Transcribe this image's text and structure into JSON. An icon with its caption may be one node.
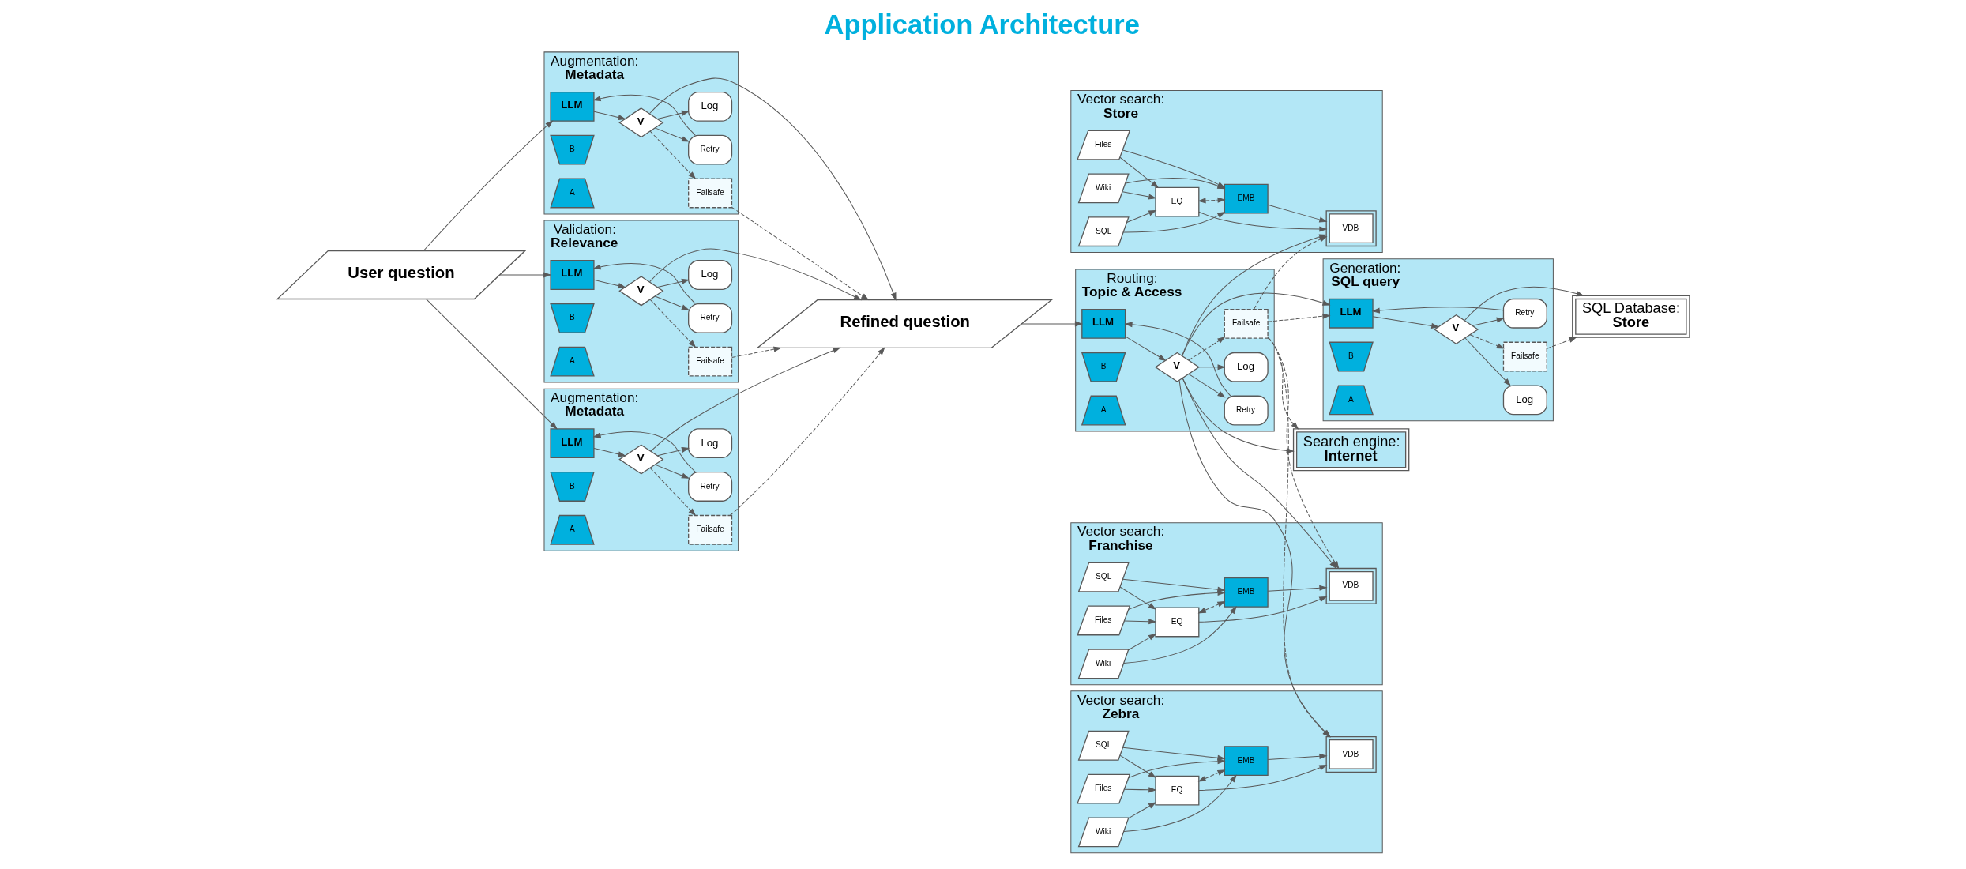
{
  "diagram": {
    "title": "Application Architecture",
    "nodes": [
      {
        "text": [
          "User question"
        ]
      },
      {
        "text": [
          "Augmentation:",
          "Metadata"
        ]
      },
      {
        "text": [
          "LLM"
        ],
        "in": 1
      },
      {
        "text": [
          "V"
        ],
        "in": 1
      },
      {
        "text": [
          "Failsafe"
        ],
        "in": 1
      },
      {
        "text": [
          "Retry"
        ],
        "in": 1
      },
      {
        "text": [
          "Log"
        ],
        "in": 1
      },
      {
        "text": [
          "B"
        ],
        "in": 1
      },
      {
        "text": [
          "A"
        ],
        "in": 1
      },
      {
        "text": [
          "Validation:",
          "Relevance"
        ]
      },
      {
        "text": [
          "LLM"
        ],
        "in": 9
      },
      {
        "text": [
          "V"
        ],
        "in": 9
      },
      {
        "text": [
          "Failsafe"
        ],
        "in": 9
      },
      {
        "text": [
          "Retry"
        ],
        "in": 9
      },
      {
        "text": [
          "Log"
        ],
        "in": 9
      },
      {
        "text": [
          "B"
        ],
        "in": 9
      },
      {
        "text": [
          "A"
        ],
        "in": 9
      },
      {
        "text": [
          "Augmentation:",
          "Metadata"
        ]
      },
      {
        "text": [
          "LLM"
        ],
        "in": 17
      },
      {
        "text": [
          "V"
        ],
        "in": 17
      },
      {
        "text": [
          "Failsafe"
        ],
        "in": 17
      },
      {
        "text": [
          "Retry"
        ],
        "in": 17
      },
      {
        "text": [
          "Log"
        ],
        "in": 17
      },
      {
        "text": [
          "B"
        ],
        "in": 17
      },
      {
        "text": [
          "A"
        ],
        "in": 17
      },
      {
        "text": [
          "Refined question"
        ]
      },
      {
        "text": [
          "Routing:",
          "Topic & Access"
        ]
      },
      {
        "text": [
          "LLM"
        ],
        "in": 26
      },
      {
        "text": [
          "V"
        ],
        "in": 26
      },
      {
        "text": [
          "Failsafe"
        ],
        "in": 26
      },
      {
        "text": [
          "Retry"
        ],
        "in": 26
      },
      {
        "text": [
          "Log"
        ],
        "in": 26
      },
      {
        "text": [
          "B"
        ],
        "in": 26
      },
      {
        "text": [
          "A"
        ],
        "in": 26
      },
      {
        "text": [
          "Vector search:",
          "Store"
        ]
      },
      {
        "text": [
          "SQL"
        ],
        "in": 34
      },
      {
        "text": [
          "Files"
        ],
        "in": 34
      },
      {
        "text": [
          "Wiki"
        ],
        "in": 34
      },
      {
        "text": [
          "EQ"
        ],
        "in": 34
      },
      {
        "text": [
          "EMB"
        ],
        "in": 34
      },
      {
        "text": [
          "VDB"
        ],
        "in": 34
      },
      {
        "text": [
          "Vector search:",
          "Franchise"
        ]
      },
      {
        "text": [
          "SQL"
        ],
        "in": 41
      },
      {
        "text": [
          "Files"
        ],
        "in": 41
      },
      {
        "text": [
          "Wiki"
        ],
        "in": 41
      },
      {
        "text": [
          "EQ"
        ],
        "in": 41
      },
      {
        "text": [
          "EMB"
        ],
        "in": 41
      },
      {
        "text": [
          "VDB"
        ],
        "in": 41
      },
      {
        "text": [
          "Vector search:",
          "Zebra"
        ]
      },
      {
        "text": [
          "SQL"
        ],
        "in": 48
      },
      {
        "text": [
          "Files"
        ],
        "in": 48
      },
      {
        "text": [
          "Wiki"
        ],
        "in": 48
      },
      {
        "text": [
          "EQ"
        ],
        "in": 48
      },
      {
        "text": [
          "EMB"
        ],
        "in": 48
      },
      {
        "text": [
          "VDB"
        ],
        "in": 48
      },
      {
        "text": [
          "Generation:",
          "SQL query"
        ]
      },
      {
        "text": [
          "LLM"
        ],
        "in": 55
      },
      {
        "text": [
          "V"
        ],
        "in": 55
      },
      {
        "text": [
          "Failsafe"
        ],
        "in": 55
      },
      {
        "text": [
          "Retry"
        ],
        "in": 55
      },
      {
        "text": [
          "Log"
        ],
        "in": 55
      },
      {
        "text": [
          "B"
        ],
        "in": 55
      },
      {
        "text": [
          "A"
        ],
        "in": 55
      },
      {
        "text": [
          "SQL Database:",
          "Store"
        ]
      },
      {
        "text": [
          "Search engine:",
          "Internet"
        ]
      }
    ],
    "edges": [
      {
        "from": 0,
        "to": 2,
        "arrow": "to"
      },
      {
        "from": 0,
        "to": 10,
        "arrow": "to"
      },
      {
        "from": 0,
        "to": 18,
        "arrow": "to"
      },
      {
        "from": 2,
        "to": 3,
        "arrow": "to"
      },
      {
        "from": 3,
        "to": 4,
        "arrow": "to",
        "style": "dashed"
      },
      {
        "from": 3,
        "to": 6,
        "arrow": "to"
      },
      {
        "from": 3,
        "to": 5,
        "arrow": "to"
      },
      {
        "from": 5,
        "to": 2,
        "arrow": "to"
      },
      {
        "from": 10,
        "to": 11,
        "arrow": "to"
      },
      {
        "from": 11,
        "to": 12,
        "arrow": "to",
        "style": "dashed"
      },
      {
        "from": 11,
        "to": 14,
        "arrow": "to"
      },
      {
        "from": 11,
        "to": 13,
        "arrow": "to"
      },
      {
        "from": 13,
        "to": 10,
        "arrow": "to"
      },
      {
        "from": 18,
        "to": 19,
        "arrow": "to"
      },
      {
        "from": 19,
        "to": 20,
        "arrow": "to",
        "style": "dashed"
      },
      {
        "from": 19,
        "to": 22,
        "arrow": "to"
      },
      {
        "from": 19,
        "to": 21,
        "arrow": "to"
      },
      {
        "from": 21,
        "to": 18,
        "arrow": "to"
      },
      {
        "from": 3,
        "to": 25,
        "arrow": "to"
      },
      {
        "from": 4,
        "to": 25,
        "arrow": "to",
        "style": "dashed"
      },
      {
        "from": 11,
        "to": 25,
        "arrow": "to"
      },
      {
        "from": 12,
        "to": 25,
        "arrow": "to",
        "style": "dashed"
      },
      {
        "from": 19,
        "to": 25,
        "arrow": "to"
      },
      {
        "from": 20,
        "to": 25,
        "arrow": "to",
        "style": "dashed"
      },
      {
        "from": 25,
        "to": 27,
        "arrow": "to"
      },
      {
        "from": 27,
        "to": 28,
        "arrow": "to"
      },
      {
        "from": 28,
        "to": 29,
        "arrow": "to",
        "style": "dashed"
      },
      {
        "from": 28,
        "to": 31,
        "arrow": "to"
      },
      {
        "from": 28,
        "to": 30,
        "arrow": "to"
      },
      {
        "from": 30,
        "to": 27,
        "arrow": "to"
      },
      {
        "from": 28,
        "to": 40,
        "arrow": "to"
      },
      {
        "from": 28,
        "to": 47,
        "arrow": "to"
      },
      {
        "from": 28,
        "to": 54,
        "arrow": "to"
      },
      {
        "from": 28,
        "to": 64,
        "arrow": "to"
      },
      {
        "from": 28,
        "to": 56,
        "arrow": "to"
      },
      {
        "from": 29,
        "to": 40,
        "arrow": "to",
        "style": "dashed"
      },
      {
        "from": 29,
        "to": 47,
        "arrow": "to",
        "style": "dashed"
      },
      {
        "from": 29,
        "to": 54,
        "arrow": "to",
        "style": "dashed"
      },
      {
        "from": 29,
        "to": 64,
        "arrow": "to",
        "style": "dashed"
      },
      {
        "from": 29,
        "to": 56,
        "arrow": "to",
        "style": "dashed"
      },
      {
        "from": 35,
        "to": 38,
        "arrow": "to"
      },
      {
        "from": 36,
        "to": 38,
        "arrow": "to"
      },
      {
        "from": 37,
        "to": 38,
        "arrow": "to"
      },
      {
        "from": 35,
        "to": 39,
        "arrow": "to"
      },
      {
        "from": 36,
        "to": 39,
        "arrow": "to"
      },
      {
        "from": 37,
        "to": 39,
        "arrow": "to"
      },
      {
        "from": 38,
        "to": 39,
        "arrow": "both",
        "style": "dashed"
      },
      {
        "from": 38,
        "to": 40,
        "arrow": "to"
      },
      {
        "from": 39,
        "to": 40,
        "arrow": "to"
      },
      {
        "from": 42,
        "to": 45,
        "arrow": "to"
      },
      {
        "from": 43,
        "to": 45,
        "arrow": "to"
      },
      {
        "from": 44,
        "to": 45,
        "arrow": "to"
      },
      {
        "from": 42,
        "to": 46,
        "arrow": "to"
      },
      {
        "from": 43,
        "to": 46,
        "arrow": "to"
      },
      {
        "from": 44,
        "to": 46,
        "arrow": "to"
      },
      {
        "from": 45,
        "to": 46,
        "arrow": "both",
        "style": "dashed"
      },
      {
        "from": 45,
        "to": 47,
        "arrow": "to"
      },
      {
        "from": 46,
        "to": 47,
        "arrow": "to"
      },
      {
        "from": 49,
        "to": 52,
        "arrow": "to"
      },
      {
        "from": 50,
        "to": 52,
        "arrow": "to"
      },
      {
        "from": 51,
        "to": 52,
        "arrow": "to"
      },
      {
        "from": 49,
        "to": 53,
        "arrow": "to"
      },
      {
        "from": 50,
        "to": 53,
        "arrow": "to"
      },
      {
        "from": 51,
        "to": 53,
        "arrow": "to"
      },
      {
        "from": 52,
        "to": 53,
        "arrow": "both",
        "style": "dashed"
      },
      {
        "from": 52,
        "to": 54,
        "arrow": "to"
      },
      {
        "from": 53,
        "to": 54,
        "arrow": "to"
      },
      {
        "from": 56,
        "to": 57,
        "arrow": "to"
      },
      {
        "from": 57,
        "to": 58,
        "arrow": "to",
        "style": "dashed"
      },
      {
        "from": 57,
        "to": 60,
        "arrow": "to"
      },
      {
        "from": 57,
        "to": 59,
        "arrow": "to"
      },
      {
        "from": 59,
        "to": 56,
        "arrow": "to"
      },
      {
        "from": 57,
        "to": 63,
        "arrow": "to"
      },
      {
        "from": 58,
        "to": 63,
        "arrow": "to",
        "style": "dashed"
      }
    ]
  }
}
